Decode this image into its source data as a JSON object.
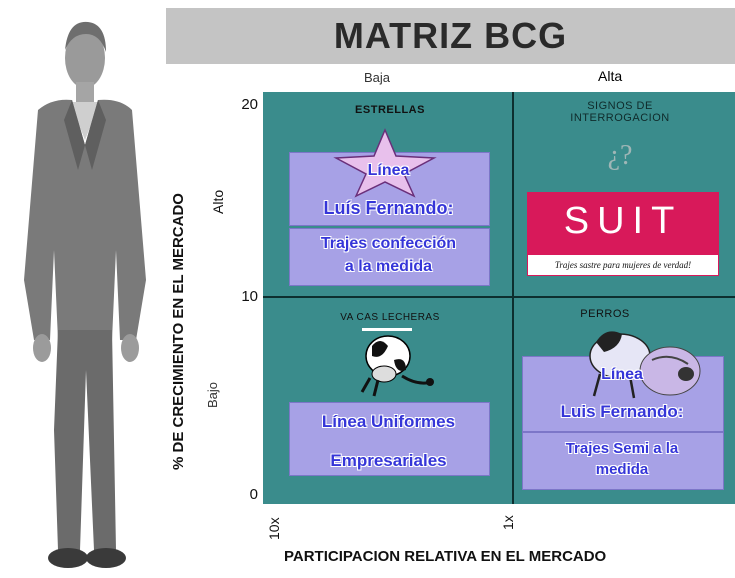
{
  "title": "MATRIZ BCG",
  "x_axis": {
    "label": "PARTICIPACION RELATIVA EN EL MERCADO",
    "low_label": "Baja",
    "high_label": "Alta",
    "tick_left": "10x",
    "tick_mid": "1x"
  },
  "y_axis": {
    "label": "% DE CRECIMIENTO EN EL MERCADO",
    "high_label": "Alto",
    "low_label": "Bajo",
    "ticks": [
      "20",
      "10",
      "0"
    ]
  },
  "quadrants": {
    "stars": {
      "title": "ESTRELLAS",
      "line1": "Línea",
      "line2": "Luís Fernando:",
      "line3": "Trajes confección",
      "line4": "a la medida"
    },
    "question": {
      "title_line1": "SIGNOS DE",
      "title_line2": "INTERROGACION",
      "symbol": "¿?",
      "brand": "SUIT",
      "tagline": "Trajes sastre para mujeres de verdad!"
    },
    "cows": {
      "title": "VA CAS LECHERAS",
      "line1": "Línea Uniformes",
      "line2": "Empresariales"
    },
    "dogs": {
      "title": "PERROS",
      "line1": "Línea",
      "line2": "Luis Fernando:",
      "line3": "Trajes Semi  a la",
      "line4": "medida"
    }
  },
  "colors": {
    "matrix_bg": "#3a8c8c",
    "box_bg": "#a7a1e6",
    "text_blue": "#3535d8",
    "suit_pink": "#d8195a",
    "title_bar": "#c4c4c4"
  }
}
